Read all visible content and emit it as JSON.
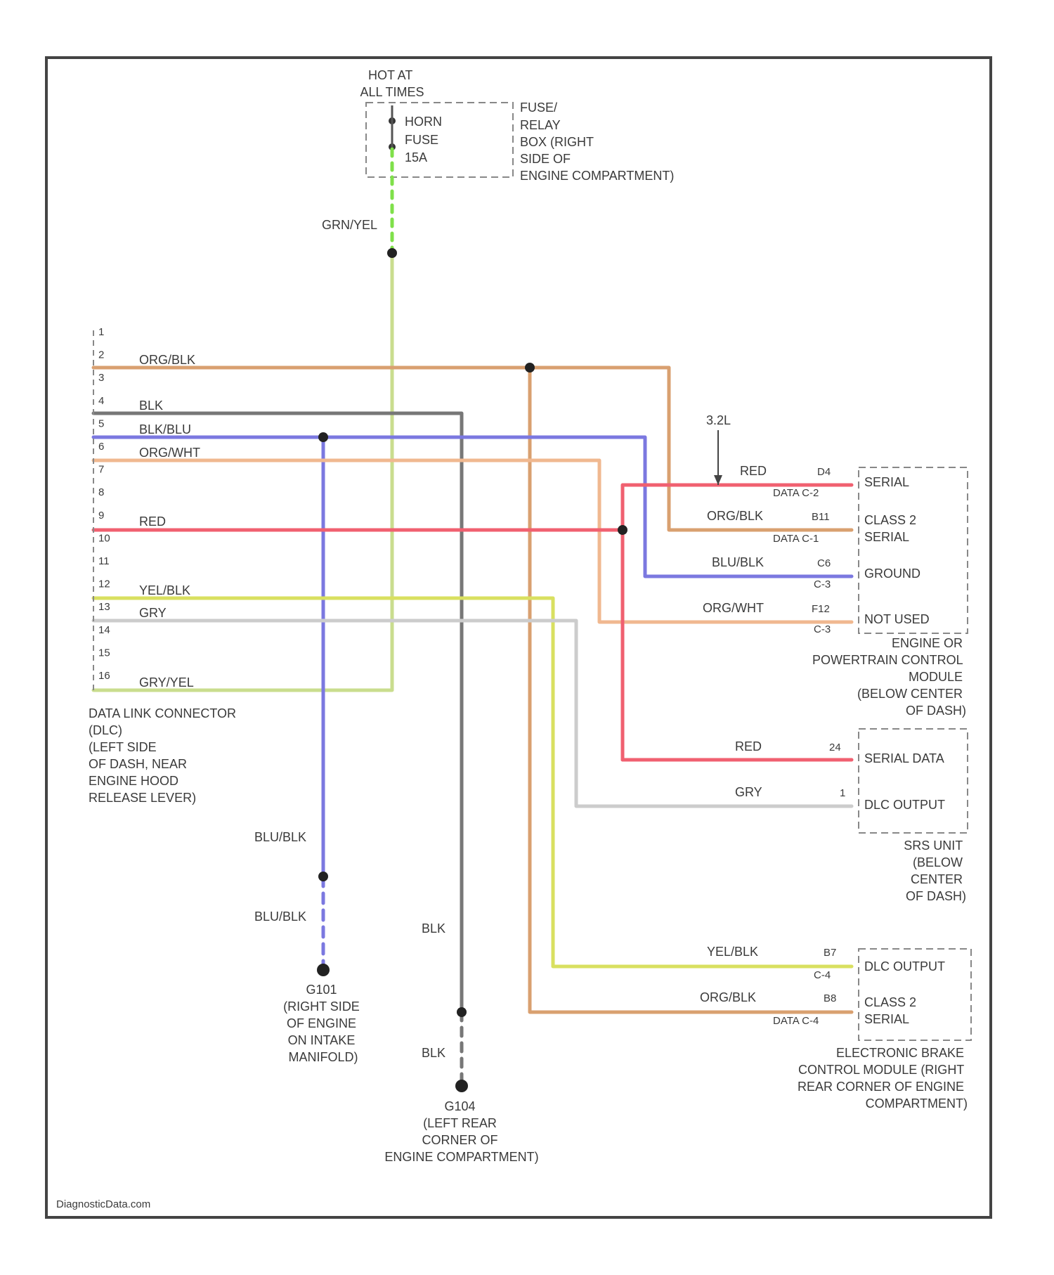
{
  "fuse_box": {
    "hot_label": [
      "HOT AT",
      "ALL TIMES"
    ],
    "fuse_lines": [
      "HORN",
      "FUSE",
      "15A"
    ],
    "location": [
      "FUSE/",
      "RELAY",
      "BOX (RIGHT",
      "SIDE OF",
      "ENGINE COMPARTMENT)"
    ]
  },
  "dlc": {
    "pins": [
      "1",
      "2",
      "3",
      "4",
      "5",
      "6",
      "7",
      "8",
      "9",
      "10",
      "11",
      "12",
      "13",
      "14",
      "15",
      "16"
    ],
    "caption": [
      "DATA LINK CONNECTOR",
      "(DLC)",
      "(LEFT SIDE",
      "OF DASH, NEAR",
      "ENGINE HOOD",
      "RELEASE LEVER)"
    ]
  },
  "wire_labels": {
    "grn_yel_top": "GRN/YEL",
    "pin2": "ORG/BLK",
    "pin4": "BLK",
    "pin5": "BLK/BLU",
    "pin6": "ORG/WHT",
    "pin9": "RED",
    "pin12": "YEL/BLK",
    "pin13": "GRY",
    "pin16": "GRY/YEL",
    "pcm_red": "RED",
    "pcm_orgblk": "ORG/BLK",
    "pcm_blublk": "BLU/BLK",
    "pcm_orgwht": "ORG/WHT",
    "srs_red": "RED",
    "srs_gry": "GRY",
    "ebcm_yelblk": "YEL/BLK",
    "ebcm_orgblk": "ORG/BLK",
    "g101_a": "BLU/BLK",
    "g101_b": "BLU/BLK",
    "g104_a": "BLK",
    "g104_b": "BLK",
    "engine_note": "3.2L"
  },
  "pcm": {
    "pins": [
      "D4",
      "B11",
      "C6",
      "F12"
    ],
    "cavity": [
      "DATA C-2",
      "DATA C-1",
      "C-3",
      "C-3"
    ],
    "functions": [
      "SERIAL",
      "CLASS 2",
      "SERIAL",
      "GROUND",
      "NOT USED"
    ],
    "caption": [
      "ENGINE OR",
      "POWERTRAIN CONTROL",
      "MODULE",
      "(BELOW CENTER",
      "OF DASH)"
    ]
  },
  "srs": {
    "pins": [
      "24",
      "1"
    ],
    "functions": [
      "SERIAL DATA",
      "DLC OUTPUT"
    ],
    "caption": [
      "SRS UNIT",
      "(BELOW",
      "CENTER",
      "OF DASH)"
    ]
  },
  "ebcm": {
    "pins": [
      "B7",
      "B8"
    ],
    "cavity": [
      "C-4",
      "DATA C-4"
    ],
    "functions": [
      "DLC OUTPUT",
      "CLASS 2",
      "SERIAL"
    ],
    "caption": [
      "ELECTRONIC BRAKE",
      "CONTROL MODULE (RIGHT",
      "REAR CORNER OF ENGINE",
      "COMPARTMENT)"
    ]
  },
  "grounds": {
    "g101": [
      "G101",
      "(RIGHT SIDE",
      "OF ENGINE",
      "ON INTAKE",
      "MANIFOLD)"
    ],
    "g104": [
      "G104",
      "(LEFT REAR",
      "CORNER OF",
      "ENGINE COMPARTMENT)"
    ]
  },
  "footer": "DiagnosticData.com",
  "colors": {
    "grn_yel": "#c9dd8e",
    "grn_yel_top": "#7fe04a",
    "org_blk": "#d9a070",
    "blk": "#777777",
    "blu_blk": "#7b78e0",
    "org_wht": "#f0b890",
    "red": "#f06070",
    "yel_blk": "#d9e060",
    "gry": "#cccccc"
  }
}
